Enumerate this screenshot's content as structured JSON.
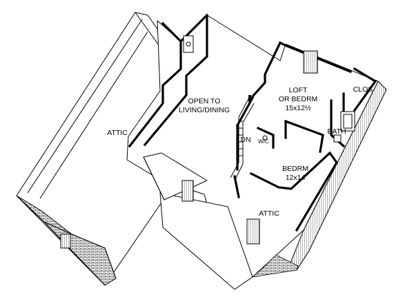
{
  "labels": {
    "attic_left": "ATTIC",
    "open_to_1": "OPEN TO",
    "open_to_2": "LIVING/DINING",
    "loft_1": "LOFT",
    "loft_2": "OR BEDRM",
    "loft_3": "15x12½",
    "clos": "CLOS",
    "bath": "BATH",
    "dn": "DN",
    "wic": "W/C",
    "bedrm_1": "BEDRM",
    "bedrm_2": "12x14",
    "attic_front": "ATTIC"
  }
}
